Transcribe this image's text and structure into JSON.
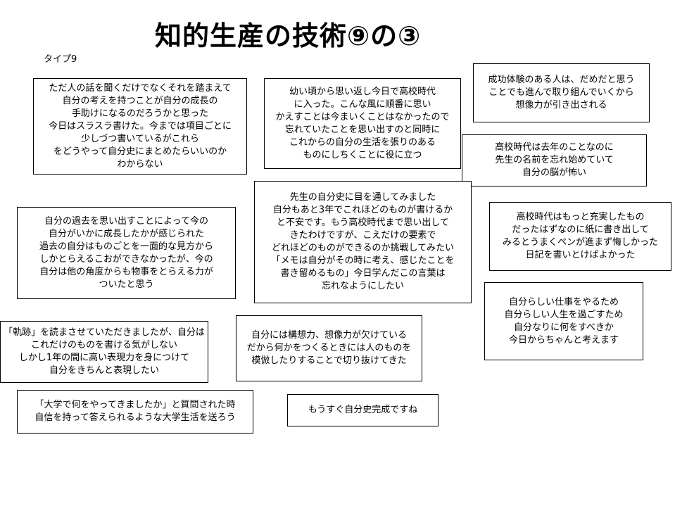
{
  "title": "知的生産の技術⑨の③",
  "type_label": "タイプ9",
  "notes": [
    {
      "id": "n1",
      "lines": [
        "ただ人の話を聞くだけでなくそれを踏まえて",
        "自分の考えを持つことが自分の成長の",
        "手助けになるのだろうかと思った",
        "今日はスラスラ書けた。今までは項目ごとに",
        "少しづつ書いているがこれら",
        "をどうやって自分史にまとめたらいいのか",
        "わからない"
      ]
    },
    {
      "id": "n2",
      "lines": [
        "幼い頃から思い返し今日で高校時代",
        "に入った。こんな風に順番に思い",
        "かえすことは今まいくことはなかったので",
        "忘れていたことを思い出すのと同時に",
        "これからの自分の生活を張りのある",
        "ものにしちくことに役に立つ"
      ]
    },
    {
      "id": "n3",
      "lines": [
        "成功体験のある人は、だめだと思う",
        "ことでも進んで取り組んでいくから",
        "想像力が引き出される"
      ]
    },
    {
      "id": "n4",
      "lines": [
        "高校時代は去年のことなのに",
        "先生の名前を忘れ始めていて",
        "自分の脳が怖い"
      ]
    },
    {
      "id": "n5",
      "lines": [
        "先生の自分史に目を通してみました",
        "自分もあと3年でこれほどのものが書けるか",
        "と不安です。もう高校時代まで思い出して",
        "きたわけですが、こえだけの要素で",
        "どれほどのものができるのか挑戦してみたい",
        "「メモは自分がその時に考え、感じたことを",
        "書き留めるもの」今日学んだこの言葉は",
        "忘れなようにしたい"
      ]
    },
    {
      "id": "n6",
      "lines": [
        "自分の過去を思い出すことによって今の",
        "自分がいかに成長したかが感じられた",
        "過去の自分はものごとを一面的な見方から",
        "しかとらえるこおができなかったが、今の",
        "自分は他の角度からも物事をとらえる力が",
        "ついたと思う"
      ]
    },
    {
      "id": "n7",
      "lines": [
        "高校時代はもっと充実したもの",
        "だったはずなのに紙に書き出して",
        "みるとうまくペンが進まず悔しかった",
        "日記を書いとけばよかった"
      ]
    },
    {
      "id": "n8",
      "lines": [
        "自分らしい仕事をやるため",
        "自分らしい人生を過ごすため",
        "自分なりに何をすべきか",
        "今日からちゃんと考えます"
      ]
    },
    {
      "id": "n9",
      "lines": [
        "「軌跡」を読まさせていただきましたが、自分は",
        "これだけのものを書ける気がしない",
        "しかし1年の間に高い表現力を身につけて",
        "自分をきちんと表現したい"
      ]
    },
    {
      "id": "n10",
      "lines": [
        "自分には構想力、想像力が欠けている",
        "だから何かをつくるときには人のものを",
        "模倣したりすることで切り抜けてきた"
      ]
    },
    {
      "id": "n11",
      "lines": [
        "「大学で何をやってきましたか」と質問された時",
        "自信を持って答えられるような大学生活を送ろう"
      ]
    },
    {
      "id": "n12",
      "lines": [
        "もうすぐ自分史完成ですね"
      ]
    }
  ]
}
